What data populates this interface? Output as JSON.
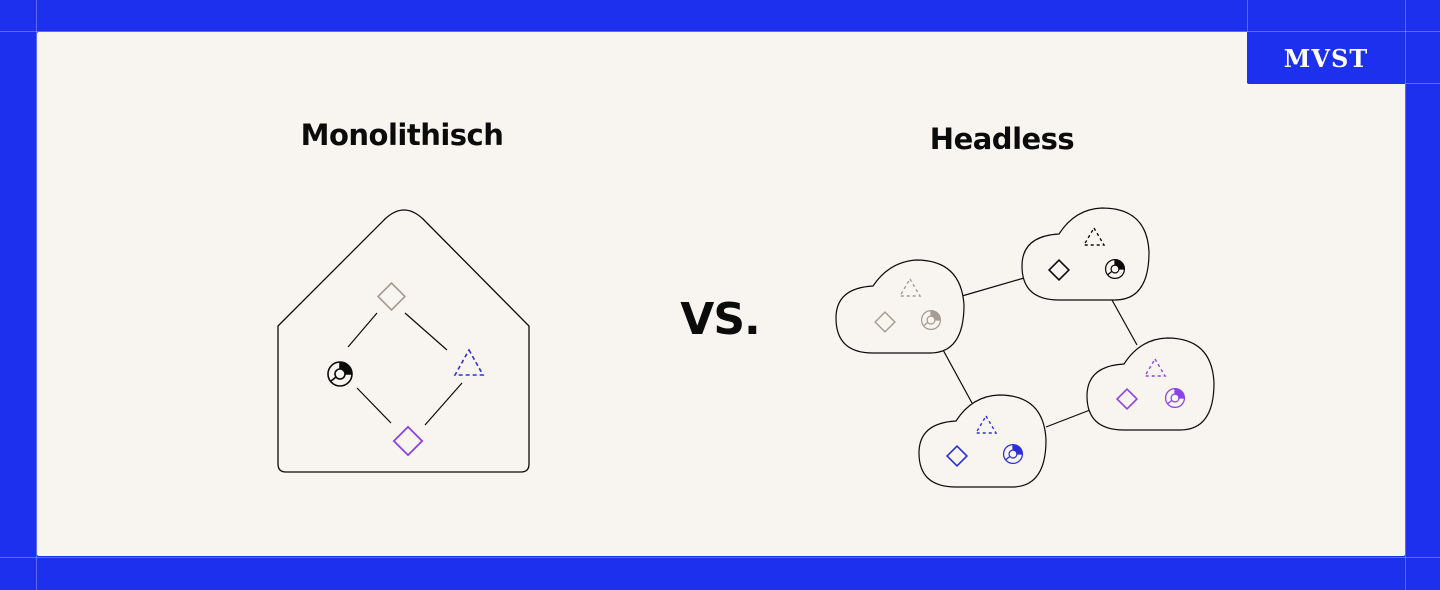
{
  "brand": {
    "logo_text": "MVST"
  },
  "comparison": {
    "left_title": "Monolithisch",
    "separator": "VS.",
    "right_title": "Headless"
  },
  "colors": {
    "background_blue": "#1c30ee",
    "panel": "#f8f4ef",
    "ink": "#0b0b0b",
    "muted": "#a59b94",
    "blue": "#2c2fd8",
    "purple": "#8a43e6"
  },
  "icons": {
    "monolith_house": [
      "diamond-icon",
      "pie-chart-icon",
      "dashed-triangle-icon",
      "diamond-icon"
    ],
    "headless_clouds": [
      "dashed-triangle-icon",
      "diamond-icon",
      "pie-chart-icon"
    ]
  }
}
